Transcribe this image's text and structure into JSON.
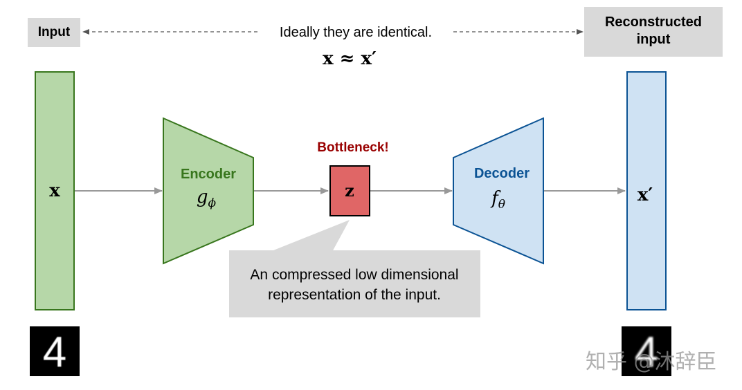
{
  "top": {
    "input_label": "Input",
    "reconstructed_label_line1": "Reconstructed",
    "reconstructed_label_line2": "input",
    "ideal_text": "Ideally they are identical.",
    "equation": "x ≈ x′"
  },
  "blocks": {
    "input_symbol": "x",
    "encoder_label": "Encoder",
    "encoder_symbol": "gϕ",
    "bottleneck_title": "Bottleneck!",
    "bottleneck_symbol": "z",
    "decoder_label": "Decoder",
    "decoder_symbol": "fθ",
    "output_symbol": "x′"
  },
  "callout": {
    "line1": "An compressed low dimensional",
    "line2": "representation of the input."
  },
  "digits": {
    "input_digit": "4",
    "output_digit": "4"
  },
  "watermark": "知乎 @沐辞臣",
  "colors": {
    "input_fill": "#b6d7a8",
    "input_stroke": "#38761d",
    "encoder_fill": "#b6d7a8",
    "encoder_stroke": "#38761d",
    "encoder_text": "#38761d",
    "decoder_fill": "#cfe2f3",
    "decoder_stroke": "#0b5394",
    "decoder_text": "#0b5394",
    "bottleneck_fill": "#e06666",
    "bottleneck_title": "#990000",
    "label_box": "#d9d9d9",
    "arrow": "#999999"
  }
}
